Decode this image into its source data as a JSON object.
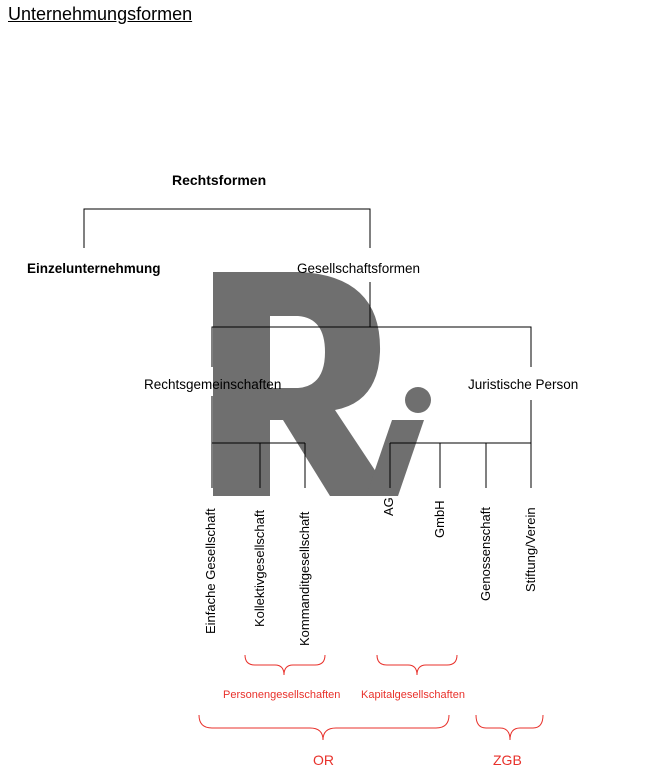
{
  "title": "Unternehmungsformen",
  "nodes": {
    "root": "Rechtsformen",
    "einzel": "Einzelunternehmung",
    "gesellschaft": "Gesellschaftsformen",
    "rechtsgemeinschaften": "Rechtsgemeinschaften",
    "juristische": "Juristische Person"
  },
  "leaves": [
    "Einfache Gesellschaft",
    "Kollektivgesellschaft",
    "Kommanditgesellschaft",
    "AG",
    "GmbH",
    "Genossenschaft",
    "Stiftung/Verein"
  ],
  "groups": {
    "personen": "Personengesellschaften",
    "kapital": "Kapitalgesellschaften",
    "or": "OR",
    "zgb": "ZGB"
  },
  "colors": {
    "line": "#000000",
    "bracket": "#e8312b",
    "watermark": "#6f6f6f"
  },
  "watermark_text": "Rv"
}
